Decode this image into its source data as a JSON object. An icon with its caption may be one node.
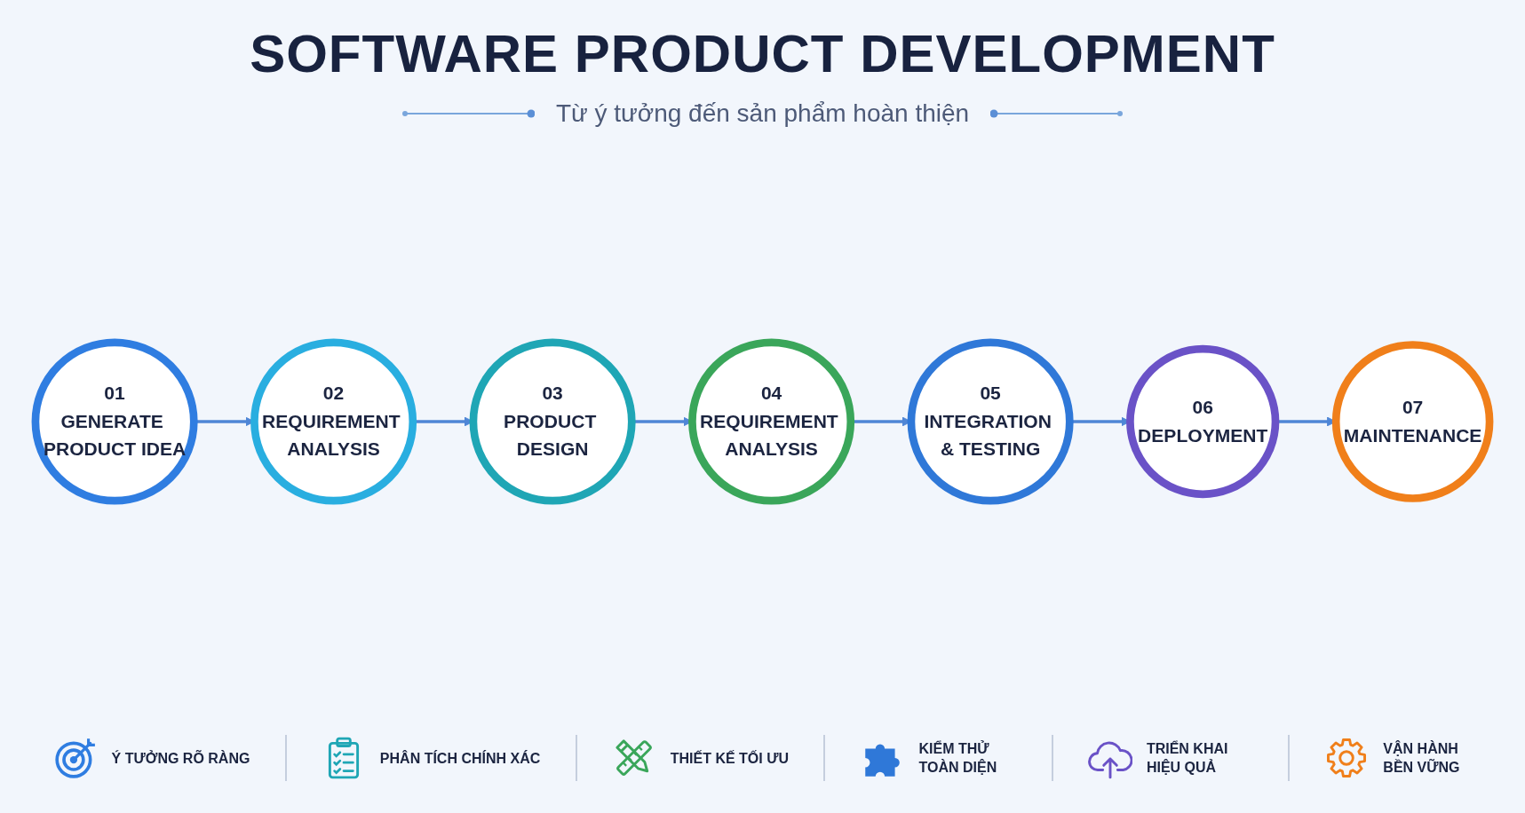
{
  "diagram": {
    "title": "SOFTWARE PRODUCT DEVELOPMENT",
    "nodes": [
      {
        "text": [
          "01",
          "GENERATE PRODUCT IDEA"
        ]
      },
      {
        "text": [
          "02",
          "REQUIREMENT ANALYSIS"
        ]
      },
      {
        "text": [
          "03",
          "PRODUCT DESIGN"
        ]
      },
      {
        "text": [
          "04",
          "REQUIREMENT ANALYSIS"
        ]
      },
      {
        "text": [
          "05",
          "INTEGRATION & TESTING"
        ]
      },
      {
        "text": [
          "06",
          "DEPLOYMENT"
        ]
      },
      {
        "text": [
          "07",
          "MAINTENANCE"
        ]
      }
    ],
    "edges": [
      {
        "from": 0,
        "to": 1,
        "arrow": "to"
      },
      {
        "from": 1,
        "to": 2,
        "arrow": "to"
      },
      {
        "from": 2,
        "to": 3,
        "arrow": "to"
      },
      {
        "from": 3,
        "to": 4,
        "arrow": "to"
      },
      {
        "from": 4,
        "to": 5,
        "arrow": "to"
      },
      {
        "from": 5,
        "to": 6,
        "arrow": "to"
      }
    ],
    "labels": [
      "Từ ý tưởng đến sản phẩm hoàn thiện",
      "Ý TƯỞNG RÕ RÀNG",
      "PHÂN TÍCH CHÍNH XÁC",
      "THIẾT KẾ TỐI ƯU",
      "KIỂM THỬ TOÀN DIỆN",
      "TRIỂN KHAI HIỆU QUẢ",
      "VẬN HÀNH BỀN VỮNG"
    ]
  }
}
